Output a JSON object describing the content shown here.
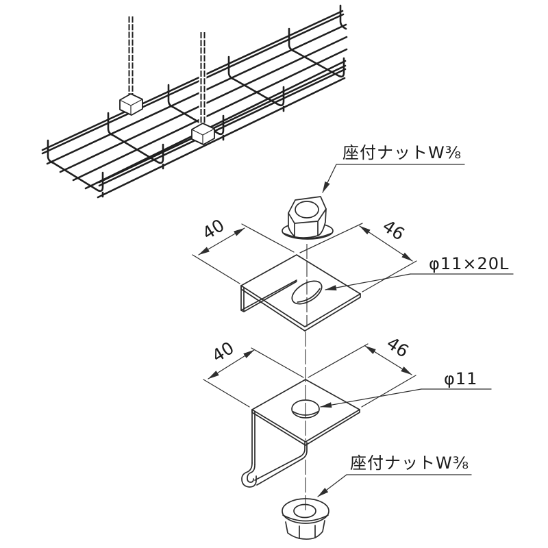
{
  "diagram": {
    "type": "technical-drawing",
    "callouts": {
      "upper_nut_label": "座付ナットW⅜",
      "slot_label": "φ11×20L",
      "hole_label": "φ11",
      "lower_nut_label": "座付ナットW⅜"
    },
    "dimensions": {
      "upper_width": "40",
      "upper_depth": "46",
      "lower_width": "40",
      "lower_depth": "46"
    },
    "colors": {
      "line": "#2b2b2b",
      "wire": "#1f1f1f",
      "dimension_line": "#2e2e2e",
      "text": "#1a1a1a",
      "background": "#ffffff"
    }
  }
}
